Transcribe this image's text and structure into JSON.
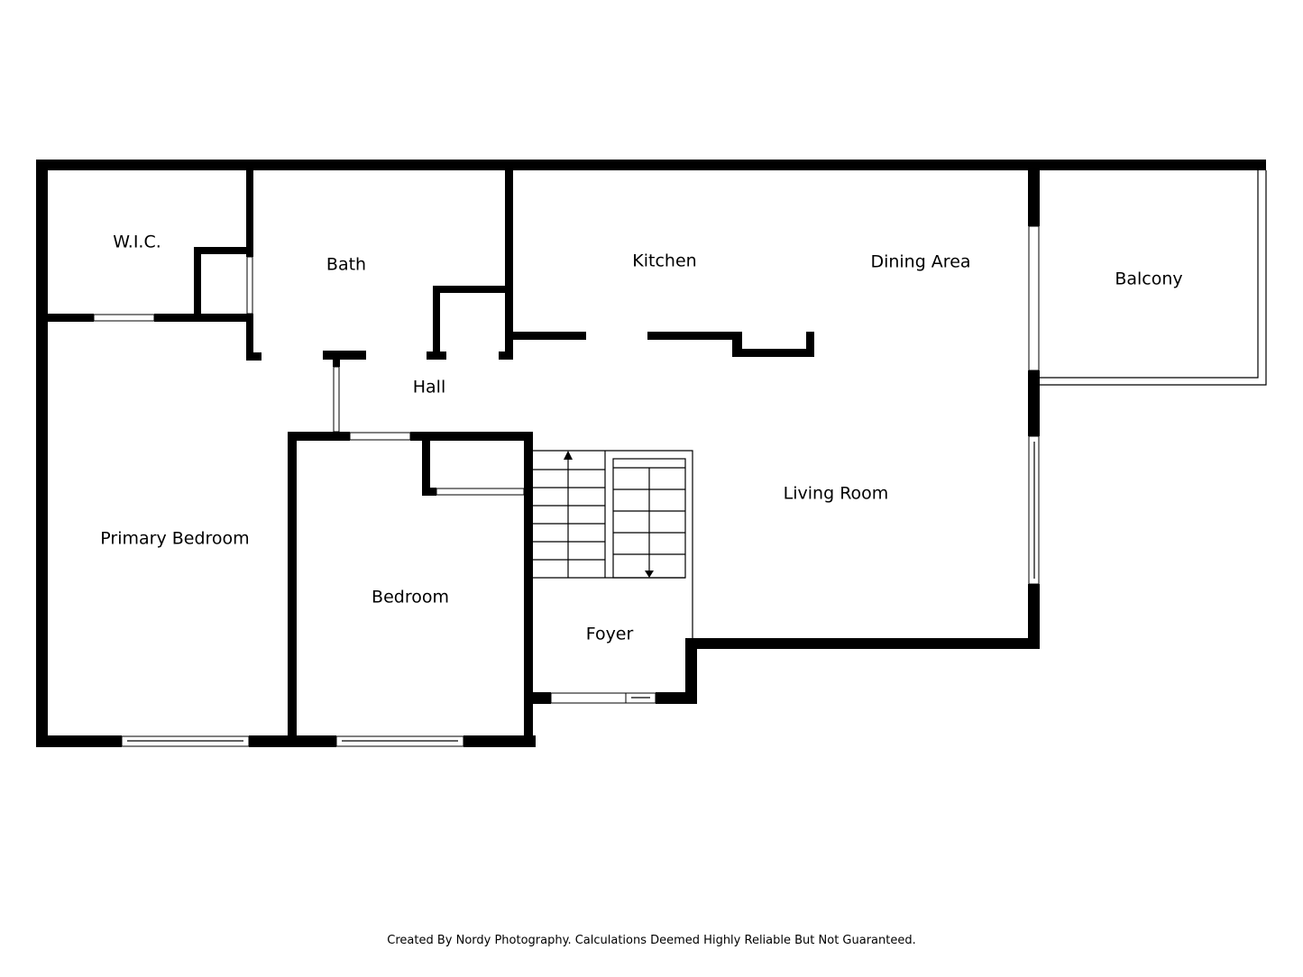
{
  "rooms": {
    "wic": "W.I.C.",
    "bath": "Bath",
    "kitchen": "Kitchen",
    "dining_area": "Dining Area",
    "balcony": "Balcony",
    "hall": "Hall",
    "primary_bedroom": "Primary Bedroom",
    "bedroom": "Bedroom",
    "living_room": "Living Room",
    "foyer": "Foyer"
  },
  "footer": "Created By Nordy Photography. Calculations Deemed Highly Reliable But Not Guaranteed.",
  "colors": {
    "wall": "#000000",
    "background": "#ffffff"
  }
}
